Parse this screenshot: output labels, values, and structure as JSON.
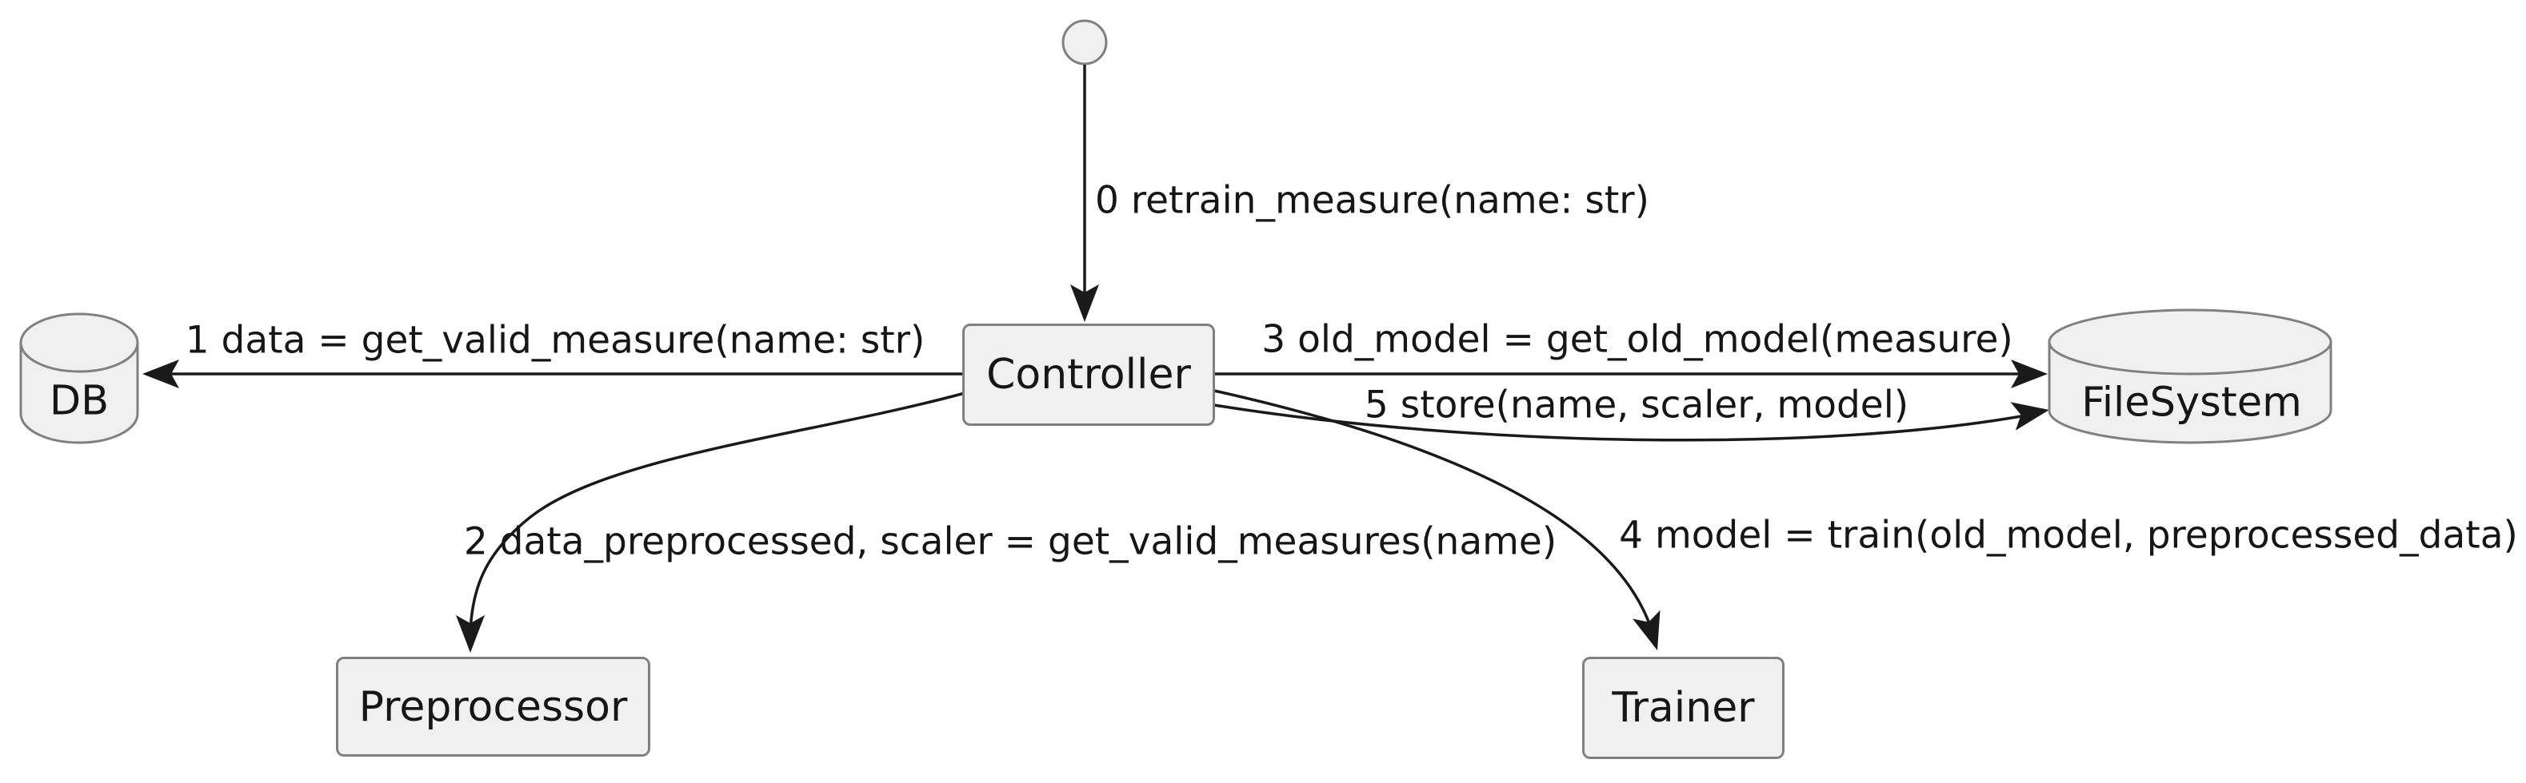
{
  "diagram": {
    "type": "uml-communication-diagram",
    "background_color": "#ffffff",
    "node_fill_color": "#f0f0f0",
    "node_border_color": "#808080",
    "edge_color": "#1a1a1a",
    "text_color": "#161616",
    "nodes": {
      "start": {
        "label": "",
        "shape": "start-circle"
      },
      "controller": {
        "label": "Controller",
        "shape": "rectangle"
      },
      "db": {
        "label": "DB",
        "shape": "database-cylinder"
      },
      "filesystem": {
        "label": "FileSystem",
        "shape": "database-cylinder"
      },
      "preprocessor": {
        "label": "Preprocessor",
        "shape": "rectangle"
      },
      "trainer": {
        "label": "Trainer",
        "shape": "rectangle"
      }
    },
    "messages": [
      {
        "seq": "0",
        "label": "0 retrain_measure(name: str)",
        "from": "start",
        "to": "controller"
      },
      {
        "seq": "1",
        "label": "1 data = get_valid_measure(name: str)",
        "from": "controller",
        "to": "db"
      },
      {
        "seq": "2",
        "label": "2 data_preprocessed, scaler = get_valid_measures(name)",
        "from": "controller",
        "to": "preprocessor"
      },
      {
        "seq": "3",
        "label": "3 old_model = get_old_model(measure)",
        "from": "controller",
        "to": "filesystem"
      },
      {
        "seq": "4",
        "label": "4 model = train(old_model, preprocessed_data)",
        "from": "controller",
        "to": "trainer"
      },
      {
        "seq": "5",
        "label": "5 store(name, scaler, model)",
        "from": "controller",
        "to": "filesystem"
      }
    ]
  }
}
